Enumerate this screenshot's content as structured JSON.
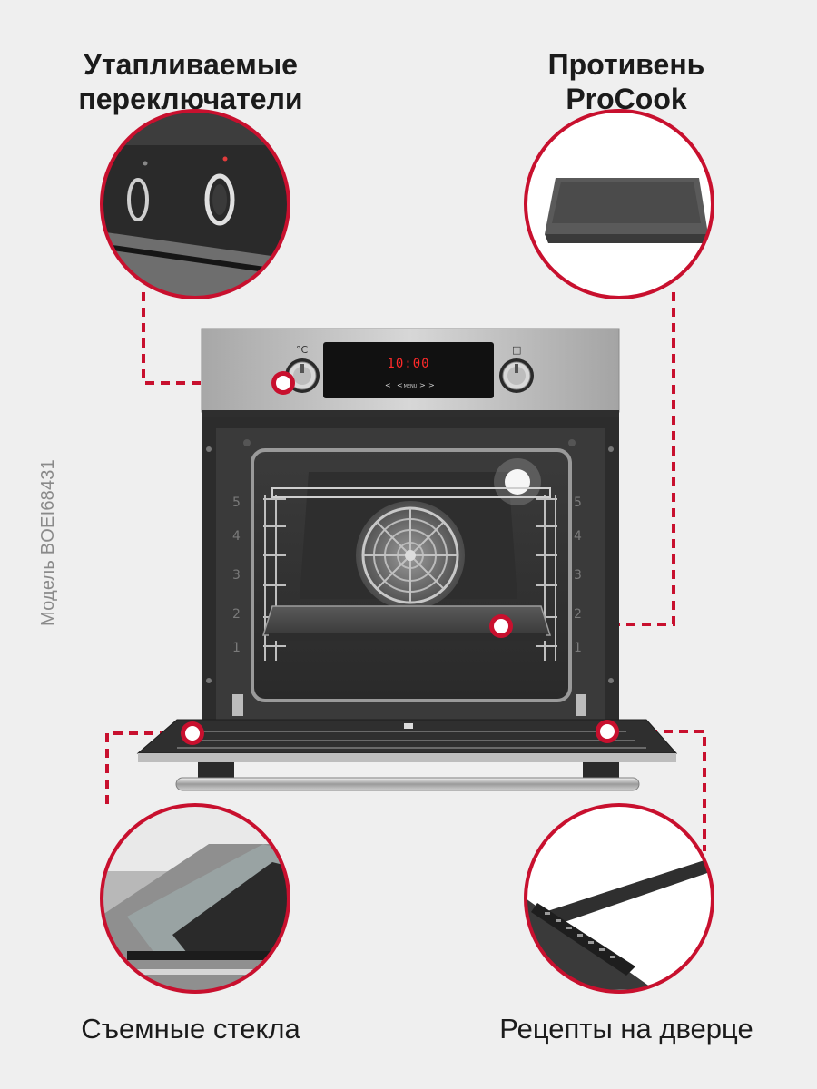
{
  "labels": {
    "switches": "Утапливаемые переключатели",
    "tray": "Противень ProCook",
    "glass": "Съемные стекла",
    "recipes": "Рецепты на дверце"
  },
  "model_label": "Модель BOEI68431",
  "display": {
    "time": "10:00",
    "menu_label": "MENU",
    "left_arrow": "<",
    "right_arrow": ">",
    "prev_arrow": "<",
    "next_arrow": ">"
  },
  "knob_symbols": {
    "left": "°C",
    "right": "□"
  },
  "shelf_levels": [
    "5",
    "4",
    "3",
    "2",
    "1"
  ],
  "colors": {
    "accent": "#c8102e",
    "background": "#efefef",
    "steel": "#b9b9b9",
    "display_red": "#ff2a2a"
  },
  "icons": {
    "left_knob": "knob-icon",
    "right_knob": "knob-icon",
    "fan": "fan-icon",
    "marker": "marker-dot-icon"
  }
}
